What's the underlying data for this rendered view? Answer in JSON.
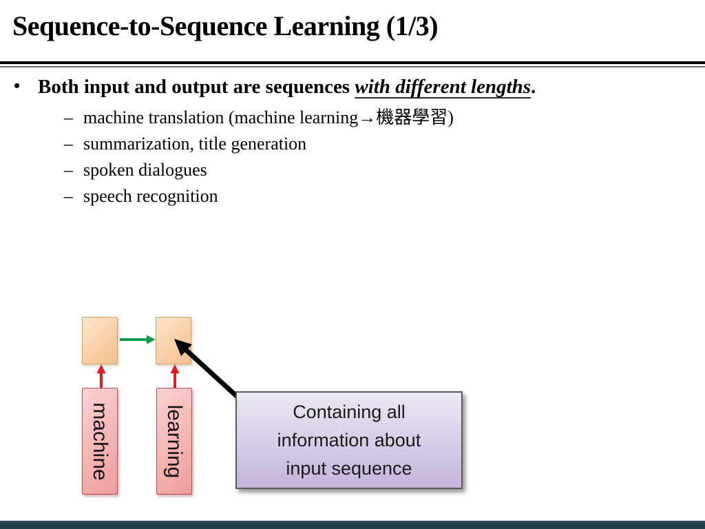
{
  "title": "Sequence-to-Sequence Learning (1/3)",
  "bullet": {
    "marker": "•",
    "lead": "Both input and output are sequences ",
    "emphasis": "with different lengths",
    "period": ".",
    "dash": "–",
    "items": [
      "machine translation (machine learning→機器學習)",
      "summarization, title generation",
      "spoken dialogues",
      "speech recognition"
    ]
  },
  "diagram": {
    "input_labels": [
      "machine",
      "learning"
    ],
    "callout": {
      "line1": "Containing all",
      "line2": "information about",
      "line3": "input sequence"
    }
  },
  "colors": {
    "rule_dark": "#000000",
    "rule_light": "#6e6e6e",
    "green_arrow": "#0b9f4e",
    "red_arrow": "#e7181e",
    "black_arrow": "#000000",
    "orange_top": "#fde5cc",
    "orange_bottom": "#f6bf8c",
    "orange_border": "#d99c60",
    "pink_top": "#fbd2d2",
    "pink_bottom": "#ef9c9c",
    "pink_border": "#bc4e4b",
    "purple_top": "#ece8f4",
    "purple_bottom": "#c3b5db",
    "purple_border": "#595959",
    "footer": "#1f3e46"
  }
}
